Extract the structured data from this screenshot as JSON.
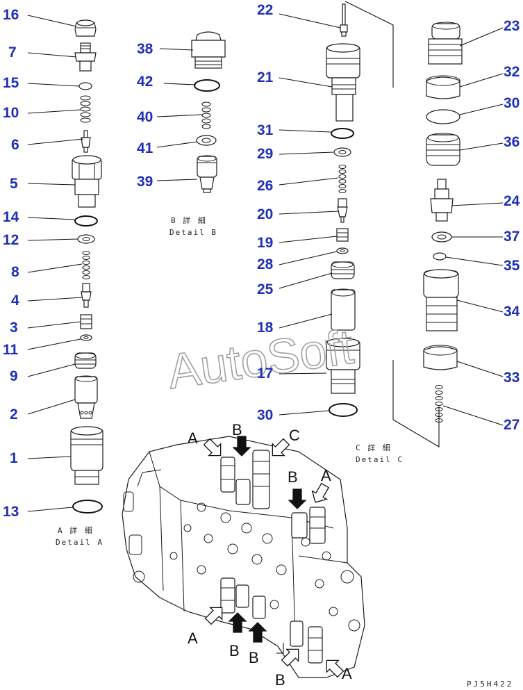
{
  "callouts": [
    {
      "id": "c16",
      "label": "16"
    },
    {
      "id": "c7",
      "label": "7"
    },
    {
      "id": "c15",
      "label": "15"
    },
    {
      "id": "c10",
      "label": "10"
    },
    {
      "id": "c6",
      "label": "6"
    },
    {
      "id": "c5",
      "label": "5"
    },
    {
      "id": "c14",
      "label": "14"
    },
    {
      "id": "c12",
      "label": "12"
    },
    {
      "id": "c8",
      "label": "8"
    },
    {
      "id": "c4",
      "label": "4"
    },
    {
      "id": "c3",
      "label": "3"
    },
    {
      "id": "c11",
      "label": "11"
    },
    {
      "id": "c9",
      "label": "9"
    },
    {
      "id": "c2",
      "label": "2"
    },
    {
      "id": "c1",
      "label": "1"
    },
    {
      "id": "c13",
      "label": "13"
    },
    {
      "id": "c38",
      "label": "38"
    },
    {
      "id": "c42",
      "label": "42"
    },
    {
      "id": "c40",
      "label": "40"
    },
    {
      "id": "c41",
      "label": "41"
    },
    {
      "id": "c39",
      "label": "39"
    },
    {
      "id": "c22",
      "label": "22"
    },
    {
      "id": "c21",
      "label": "21"
    },
    {
      "id": "c31",
      "label": "31"
    },
    {
      "id": "c29",
      "label": "29"
    },
    {
      "id": "c26",
      "label": "26"
    },
    {
      "id": "c20",
      "label": "20"
    },
    {
      "id": "c19",
      "label": "19"
    },
    {
      "id": "c28",
      "label": "28"
    },
    {
      "id": "c25",
      "label": "25"
    },
    {
      "id": "c18",
      "label": "18"
    },
    {
      "id": "c17",
      "label": "17"
    },
    {
      "id": "c30a",
      "label": "30"
    },
    {
      "id": "c23",
      "label": "23"
    },
    {
      "id": "c32",
      "label": "32"
    },
    {
      "id": "c30b",
      "label": "30"
    },
    {
      "id": "c36",
      "label": "36"
    },
    {
      "id": "c24",
      "label": "24"
    },
    {
      "id": "c37",
      "label": "37"
    },
    {
      "id": "c35",
      "label": "35"
    },
    {
      "id": "c34",
      "label": "34"
    },
    {
      "id": "c33",
      "label": "33"
    },
    {
      "id": "c27",
      "label": "27"
    }
  ],
  "details": {
    "a_jp": "A 詳 細",
    "a_en": "Detail A",
    "b_jp": "B 詳 細",
    "b_en": "Detail B",
    "c_jp": "C 詳 細",
    "c_en": "Detail C"
  },
  "arrow_labels": {
    "a1": "A",
    "b1": "B",
    "c1": "C",
    "b2": "B",
    "a2": "A",
    "a3": "A",
    "b3": "B",
    "b4": "B",
    "b5": "B",
    "a4": "A"
  },
  "watermark": "AutoSoft",
  "drawing_code": "PJ5H422"
}
